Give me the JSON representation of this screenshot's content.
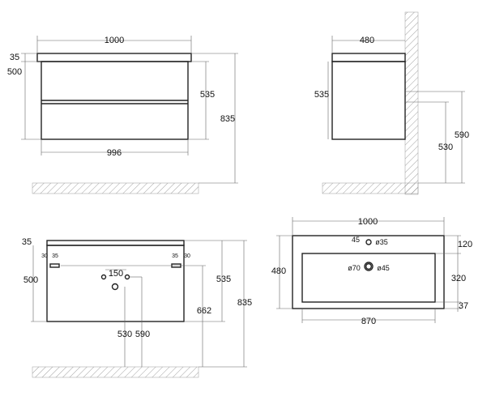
{
  "front_view": {
    "top_width": "1000",
    "top_thickness": "35",
    "body_height": "500",
    "side_height": "535",
    "total_height": "835",
    "bottom_width": "996"
  },
  "side_view": {
    "depth": "480",
    "height": "535",
    "pipe_upper": "590",
    "pipe_lower": "530"
  },
  "back_view": {
    "top_thickness": "35",
    "body_height": "500",
    "bracket_offset_left": "30",
    "bracket_width_left": "35",
    "bracket_width_right": "35",
    "bracket_offset_right": "30",
    "hole_spacing": "150",
    "drain_height": "530",
    "water_height": "590",
    "bracket_height": "662",
    "side_height": "535",
    "total_height": "835"
  },
  "top_view": {
    "width": "1000",
    "depth": "480",
    "back_edge": "120",
    "bowl_depth": "320",
    "front_edge": "37",
    "bowl_width": "870",
    "tap_offset": "45",
    "tap_hole": "ø35",
    "drain_outer": "ø70",
    "drain_inner": "ø45"
  },
  "colors": {
    "line": "#222222",
    "hatch": "#888888"
  }
}
